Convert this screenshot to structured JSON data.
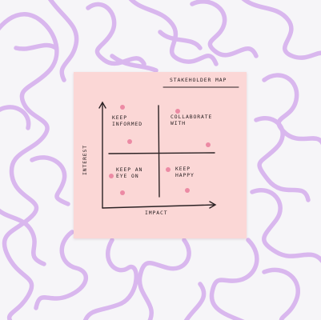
{
  "note": {
    "title": "STAKEHOLDER MAP",
    "y_axis_label": "INTEREST",
    "x_axis_label": "IMPACT",
    "quadrants": {
      "top_left": "KEEP\nINFORMED",
      "top_right": "COLLABORATE\nWITH",
      "bottom_left": "KEEP AN\nEYE ON",
      "bottom_right": "KEEP\nHAPPY"
    }
  },
  "colors": {
    "background": "#f6f5f8",
    "squiggle": "#d9b7ee",
    "sticky_note": "#fbd7d6",
    "ink": "#2b2224",
    "dot": "#ec8aa4"
  }
}
